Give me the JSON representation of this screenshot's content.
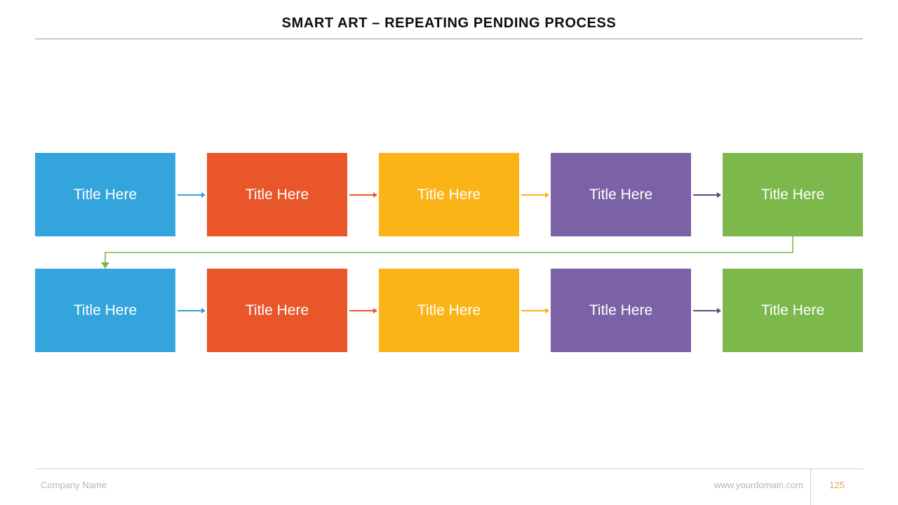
{
  "slide": {
    "title": "SMART ART – REPEATING PENDING PROCESS"
  },
  "diagram": {
    "connector_color": "#7CB84B",
    "rows": [
      {
        "boxes": [
          {
            "label": "Title Here",
            "color": "#33A4DC"
          },
          {
            "label": "Title Here",
            "color": "#E8562A"
          },
          {
            "label": "Title Here",
            "color": "#FBB417"
          },
          {
            "label": "Title Here",
            "color": "#7B61A5"
          },
          {
            "label": "Title Here",
            "color": "#7CB84B"
          }
        ],
        "arrow_colors": [
          "#33A4DC",
          "#E8562A",
          "#FBB417",
          "#5F497A"
        ]
      },
      {
        "boxes": [
          {
            "label": "Title Here",
            "color": "#33A4DC"
          },
          {
            "label": "Title Here",
            "color": "#E8562A"
          },
          {
            "label": "Title Here",
            "color": "#FBB417"
          },
          {
            "label": "Title Here",
            "color": "#7B61A5"
          },
          {
            "label": "Title Here",
            "color": "#7CB84B"
          }
        ],
        "arrow_colors": [
          "#33A4DC",
          "#E8562A",
          "#FBB417",
          "#5F497A"
        ]
      }
    ]
  },
  "footer": {
    "company": "Company Name",
    "domain": "www.yourdomain.com",
    "page_number": "125",
    "page_number_color": "#E8A75D"
  }
}
